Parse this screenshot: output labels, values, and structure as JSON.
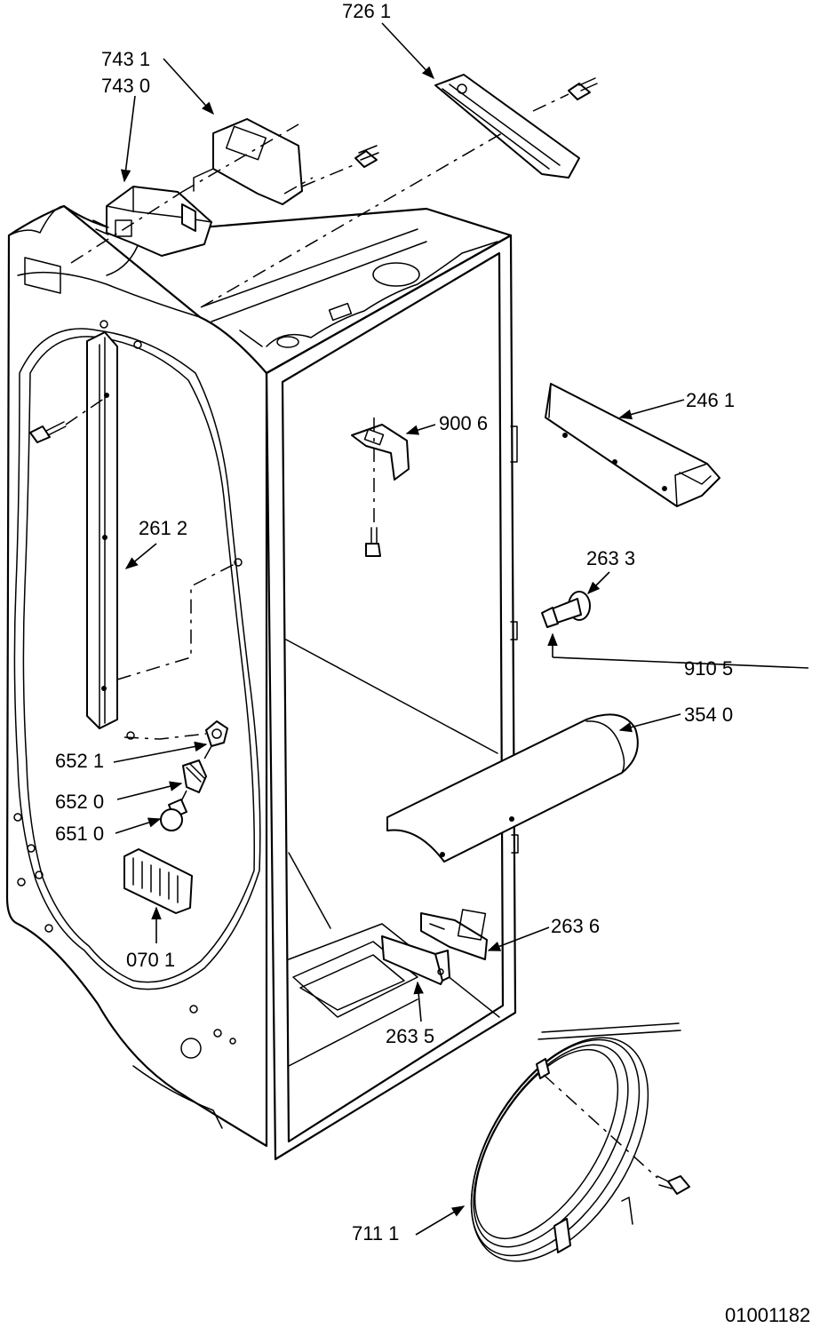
{
  "labels": {
    "l7261": "726 1",
    "l7431": "743 1",
    "l7430": "743 0",
    "l2461": "246 1",
    "l9006": "900 6",
    "l2612": "261 2",
    "l2633": "263 3",
    "l9105": "910 5",
    "l3540": "354 0",
    "l6521": "652 1",
    "l6520": "652 0",
    "l6510": "651 0",
    "l0701": "070 1",
    "l2636": "263 6",
    "l2635": "263 5",
    "l7111": "711 1"
  },
  "drawing_code": "01001182"
}
